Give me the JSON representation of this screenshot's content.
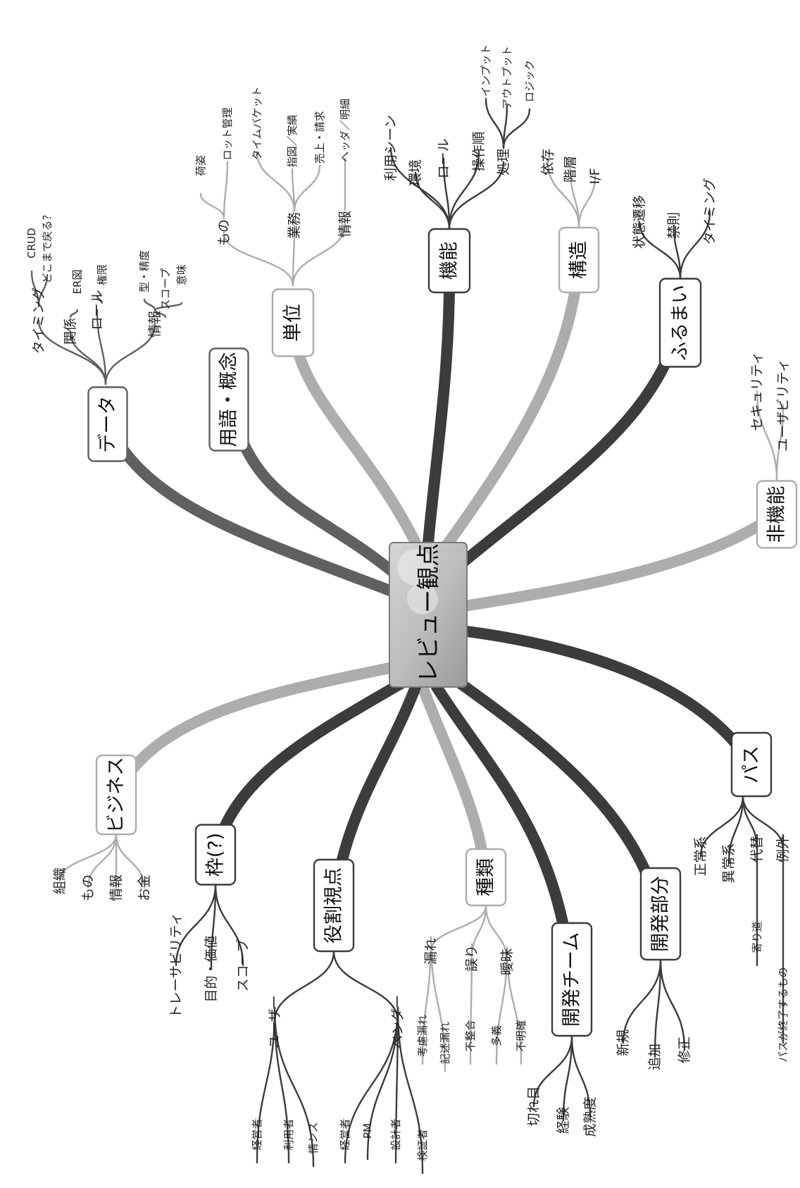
{
  "colors": {
    "dark": "#3c3c3c",
    "mid": "#606060",
    "light": "#adadad"
  },
  "center": {
    "label": "レビュー観点"
  },
  "branches": [
    {
      "id": "data",
      "label": "データ",
      "shade": "mid",
      "leaves": [
        {
          "label": "タイミング",
          "children": [
            {
              "label": "CRUD"
            },
            {
              "label": "どこまで戻る？"
            }
          ]
        },
        {
          "label": "関係",
          "children": [
            {
              "label": "ER図"
            }
          ]
        },
        {
          "label": "ロール",
          "children": [
            {
              "label": "権限"
            }
          ]
        },
        {
          "label": "情報",
          "children": [
            {
              "label": "型・精度"
            },
            {
              "label": "スコープ"
            },
            {
              "label": "意味"
            }
          ]
        }
      ]
    },
    {
      "id": "yougo",
      "label": "用語・概念",
      "shade": "mid",
      "leaves": []
    },
    {
      "id": "tani",
      "label": "単位",
      "shade": "light",
      "leaves": [
        {
          "label": "もの",
          "children": [
            {
              "label": "荷姿"
            },
            {
              "label": "ロット管理"
            }
          ]
        },
        {
          "label": "業務",
          "children": [
            {
              "label": "タイムバケット"
            },
            {
              "label": "指図／実績"
            },
            {
              "label": "売上・請求"
            }
          ]
        },
        {
          "label": "情報",
          "children": [
            {
              "label": "ヘッダ／明細"
            }
          ]
        }
      ]
    },
    {
      "id": "kinou",
      "label": "機能",
      "shade": "dark",
      "leaves": [
        {
          "label": "利用シーン",
          "children": []
        },
        {
          "label": "環境",
          "children": []
        },
        {
          "label": "ロール",
          "children": []
        },
        {
          "label": "操作順",
          "children": []
        },
        {
          "label": "処理",
          "children": [
            {
              "label": "インプット"
            },
            {
              "label": "アウトプット"
            },
            {
              "label": "ロジック"
            }
          ]
        }
      ]
    },
    {
      "id": "kouzou",
      "label": "構造",
      "shade": "light",
      "leaves": [
        {
          "label": "依存",
          "children": []
        },
        {
          "label": "階層",
          "children": []
        },
        {
          "label": "I/F",
          "children": []
        }
      ]
    },
    {
      "id": "furumai",
      "label": "ふるまい",
      "shade": "dark",
      "leaves": [
        {
          "label": "状態遷移",
          "children": []
        },
        {
          "label": "禁則",
          "children": []
        },
        {
          "label": "タイミング",
          "children": []
        }
      ]
    },
    {
      "id": "hikinou",
      "label": "非機能",
      "shade": "light",
      "leaves": [
        {
          "label": "セキュリティ",
          "children": []
        },
        {
          "label": "ユーザビリティ",
          "children": []
        }
      ]
    },
    {
      "id": "pass",
      "label": "パス",
      "shade": "dark",
      "leaves": [
        {
          "label": "正常系",
          "children": []
        },
        {
          "label": "異常系",
          "children": []
        },
        {
          "label": "代替",
          "children": [
            {
              "label": "寄り道"
            }
          ]
        },
        {
          "label": "例外",
          "children": [
            {
              "label": "パスが終了するもの"
            }
          ]
        }
      ]
    },
    {
      "id": "kaihatsububun",
      "label": "開発部分",
      "shade": "dark",
      "leaves": [
        {
          "label": "新規",
          "children": []
        },
        {
          "label": "追加",
          "children": []
        },
        {
          "label": "修正",
          "children": []
        }
      ]
    },
    {
      "id": "kaihatsuteam",
      "label": "開発チーム",
      "shade": "dark",
      "leaves": [
        {
          "label": "切れ目",
          "children": []
        },
        {
          "label": "経験",
          "children": []
        },
        {
          "label": "成熟度",
          "children": []
        }
      ]
    },
    {
      "id": "shurui",
      "label": "種類",
      "shade": "light",
      "leaves": [
        {
          "label": "漏れ",
          "children": [
            {
              "label": "考慮漏れ"
            },
            {
              "label": "記述漏れ"
            }
          ]
        },
        {
          "label": "誤り",
          "children": [
            {
              "label": "不整合"
            }
          ]
        },
        {
          "label": "曖昧",
          "children": [
            {
              "label": "多義"
            },
            {
              "label": "不明確"
            }
          ]
        }
      ]
    },
    {
      "id": "yakuwari",
      "label": "役割視点",
      "shade": "dark",
      "leaves": [
        {
          "label": "ユーザー",
          "children": [
            {
              "label": "経営者"
            },
            {
              "label": "利用者"
            },
            {
              "label": "情シス"
            }
          ]
        },
        {
          "label": "ベンダー",
          "children": [
            {
              "label": "経営者"
            },
            {
              "label": "PM"
            },
            {
              "label": "設計者"
            },
            {
              "label": "検証者"
            }
          ]
        }
      ]
    },
    {
      "id": "waku",
      "label": "枠(?)",
      "shade": "dark",
      "leaves": [
        {
          "label": "トレーサビリティ",
          "children": []
        },
        {
          "label": "目的・価値",
          "children": []
        },
        {
          "label": "スコープ",
          "children": []
        }
      ]
    },
    {
      "id": "business",
      "label": "ビジネス",
      "shade": "light",
      "leaves": [
        {
          "label": "組織",
          "children": []
        },
        {
          "label": "もの",
          "children": []
        },
        {
          "label": "情報",
          "children": []
        },
        {
          "label": "お金",
          "children": []
        }
      ]
    }
  ]
}
